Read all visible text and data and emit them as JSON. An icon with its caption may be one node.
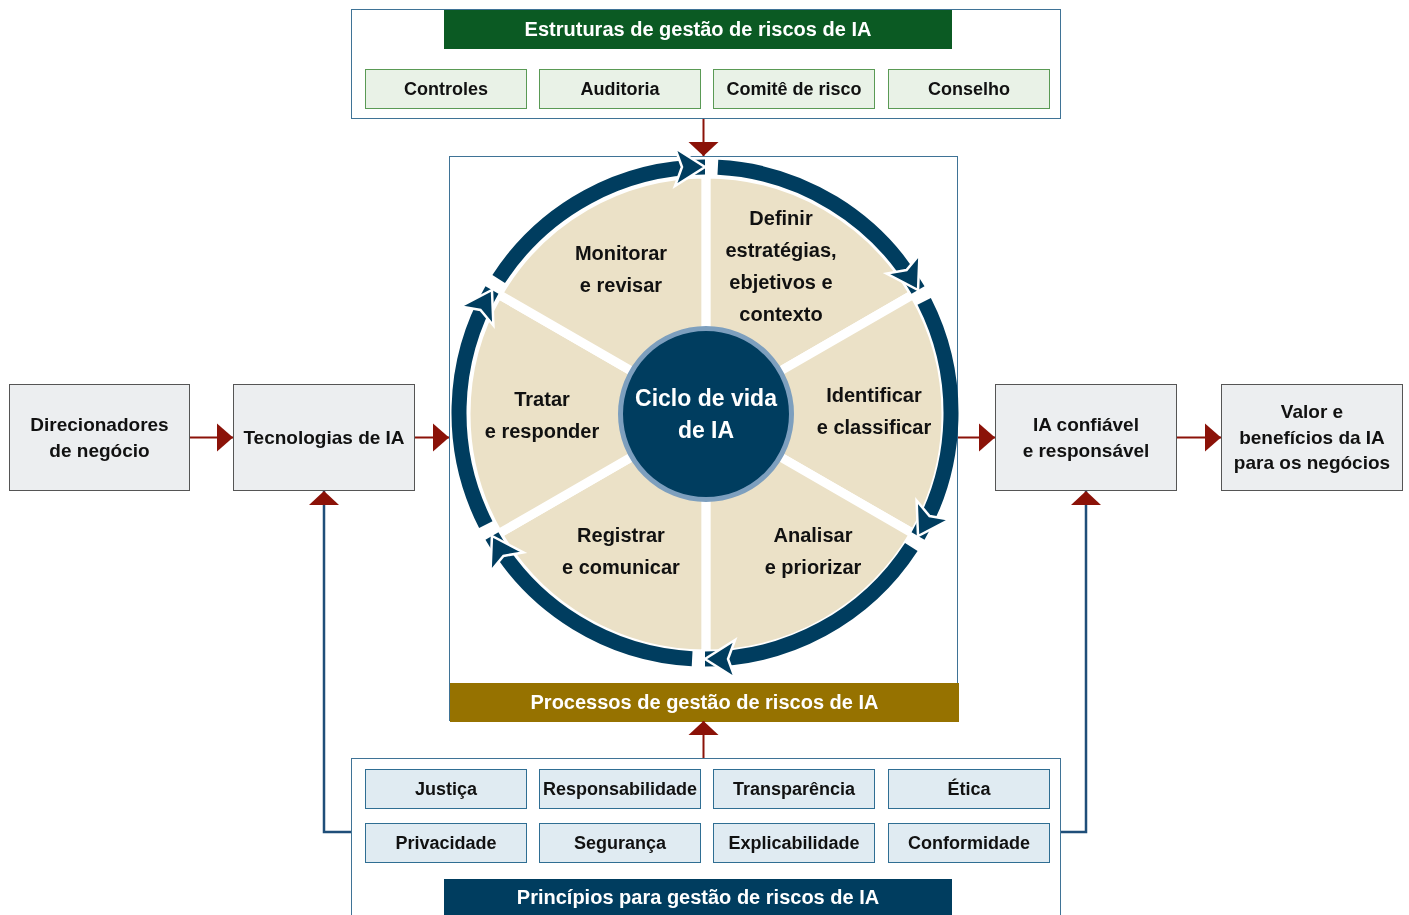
{
  "diagram": {
    "nodes": [
      {
        "text": [
          "Estruturas de gestão de riscos de IA"
        ]
      },
      {
        "text": [
          "Controles"
        ],
        "in": 0
      },
      {
        "text": [
          "Auditoria"
        ],
        "in": 0
      },
      {
        "text": [
          "Comitê de risco"
        ],
        "in": 0
      },
      {
        "text": [
          "Conselho"
        ],
        "in": 0
      },
      {
        "text": [
          "Direcionadores de negócio"
        ]
      },
      {
        "text": [
          "Tecnologias de IA"
        ]
      },
      {
        "text": [
          "Processos de gestão de riscos de IA"
        ]
      },
      {
        "text": [
          "Ciclo de vida de IA"
        ],
        "in": 7
      },
      {
        "text": [
          "Definir estratégias, ebjetivos e contexto"
        ],
        "in": 7
      },
      {
        "text": [
          "Identificar e classificar"
        ],
        "in": 7
      },
      {
        "text": [
          "Analisar e priorizar"
        ],
        "in": 7
      },
      {
        "text": [
          "Registrar e comunicar"
        ],
        "in": 7
      },
      {
        "text": [
          "Tratar e responder"
        ],
        "in": 7
      },
      {
        "text": [
          "Monitorar e revisar"
        ],
        "in": 7
      },
      {
        "text": [
          "IA confiável e responsável"
        ]
      },
      {
        "text": [
          "Valor e benefícios da IA para os negócios"
        ]
      },
      {
        "text": [
          "Princípios para gestão de riscos de IA"
        ]
      },
      {
        "text": [
          "Justiça"
        ],
        "in": 17
      },
      {
        "text": [
          "Responsabilidade"
        ],
        "in": 17
      },
      {
        "text": [
          "Transparência"
        ],
        "in": 17
      },
      {
        "text": [
          "Ética"
        ],
        "in": 17
      },
      {
        "text": [
          "Privacidade"
        ],
        "in": 17
      },
      {
        "text": [
          "Segurança"
        ],
        "in": 17
      },
      {
        "text": [
          "Explicabilidade"
        ],
        "in": 17
      },
      {
        "text": [
          "Conformidade"
        ],
        "in": 17
      }
    ],
    "edges": [
      {
        "from": 0,
        "to": 7,
        "arrow": "to"
      },
      {
        "from": 5,
        "to": 6,
        "arrow": "to"
      },
      {
        "from": 6,
        "to": 7,
        "arrow": "to"
      },
      {
        "from": 7,
        "to": 15,
        "arrow": "to"
      },
      {
        "from": 15,
        "to": 16,
        "arrow": "to"
      },
      {
        "from": 17,
        "to": 7,
        "arrow": "to"
      },
      {
        "from": 17,
        "to": 6,
        "arrow": "to",
        "color": "#1f4e79"
      },
      {
        "from": 17,
        "to": 15,
        "arrow": "to",
        "color": "#1f4e79"
      },
      {
        "from": 9,
        "to": 10,
        "arrow": "to",
        "style": "thick",
        "color": "#003d5f"
      },
      {
        "from": 10,
        "to": 11,
        "arrow": "to",
        "style": "thick",
        "color": "#003d5f"
      },
      {
        "from": 11,
        "to": 12,
        "arrow": "to",
        "style": "thick",
        "color": "#003d5f"
      },
      {
        "from": 12,
        "to": 13,
        "arrow": "to",
        "style": "thick",
        "color": "#003d5f"
      },
      {
        "from": 13,
        "to": 14,
        "arrow": "to",
        "style": "thick",
        "color": "#003d5f"
      },
      {
        "from": 14,
        "to": 9,
        "arrow": "to",
        "style": "thick",
        "color": "#003d5f"
      }
    ]
  }
}
